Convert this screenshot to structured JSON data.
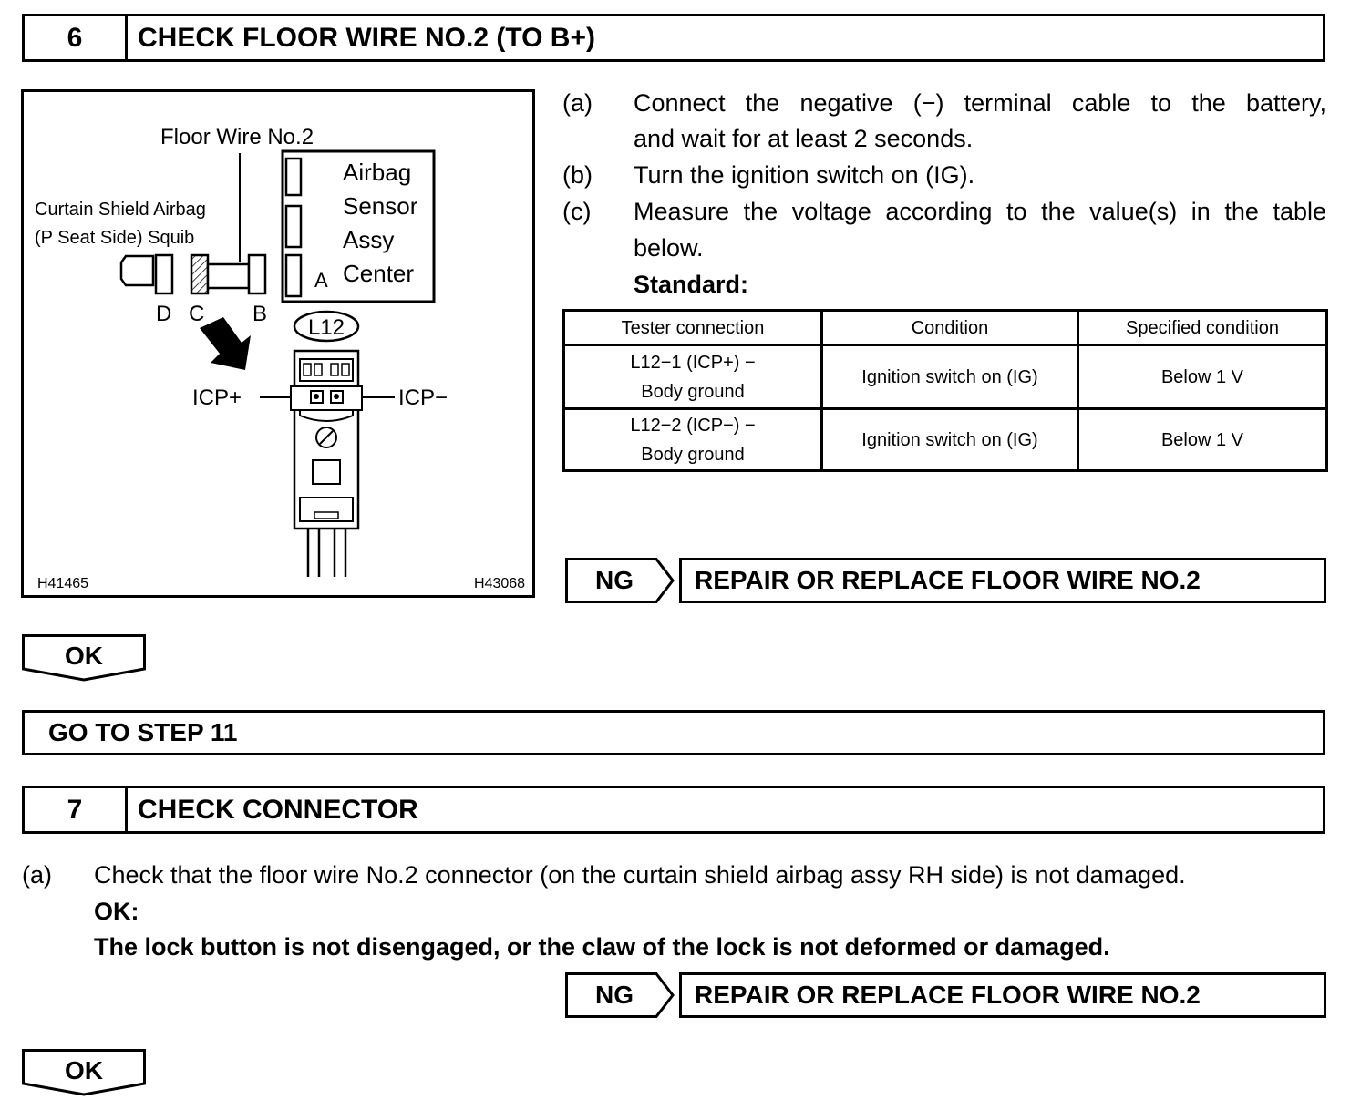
{
  "step6": {
    "number": "6",
    "title": "CHECK FLOOR WIRE NO.2 (TO B+)",
    "instructions": [
      {
        "label": "(a)",
        "text1": "Connect the negative (−) terminal cable to the battery,",
        "text2": "and wait for at least 2 seconds."
      },
      {
        "label": "(b)",
        "text1": "Turn the ignition switch on (IG)."
      },
      {
        "label": "(c)",
        "text1": "Measure the voltage according to the value(s) in the table",
        "text2": "below."
      }
    ],
    "standard_label": "Standard:",
    "table": {
      "headers": [
        "Tester connection",
        "Condition",
        "Specified condition"
      ],
      "rows": [
        {
          "tester1": "L12−1 (ICP+) −",
          "tester2": "Body ground",
          "condition": "Ignition switch on (IG)",
          "spec": "Below 1 V"
        },
        {
          "tester1": "L12−2 (ICP−) −",
          "tester2": "Body ground",
          "condition": "Ignition switch on (IG)",
          "spec": "Below 1 V"
        }
      ]
    },
    "ng_label": "NG",
    "ng_action": "REPAIR OR REPLACE FLOOR WIRE NO.2",
    "ok_label": "OK",
    "goto": "GO TO STEP 11"
  },
  "diagram": {
    "floor_wire": "Floor Wire No.2",
    "curtain1": "Curtain Shield Airbag",
    "curtain2": "(P Seat Side) Squib",
    "sensor": [
      "Airbag",
      "Sensor",
      "Assy",
      "Center"
    ],
    "pin_a": "A",
    "pin_b": "B",
    "pin_c": "C",
    "pin_d": "D",
    "connector": "L12",
    "icp_plus": "ICP+",
    "icp_minus": "ICP−",
    "code_left": "H41465",
    "code_right": "H43068"
  },
  "step7": {
    "number": "7",
    "title": "CHECK CONNECTOR",
    "label": "(a)",
    "text": "Check that the floor wire No.2 connector (on the curtain shield airbag assy RH side) is not damaged.",
    "ok_heading": "OK:",
    "ok_text": "The lock button is not disengaged, or the claw of the lock is not deformed or damaged.",
    "ng_label": "NG",
    "ng_action": "REPAIR OR REPLACE FLOOR WIRE NO.2",
    "ok_label": "OK"
  }
}
